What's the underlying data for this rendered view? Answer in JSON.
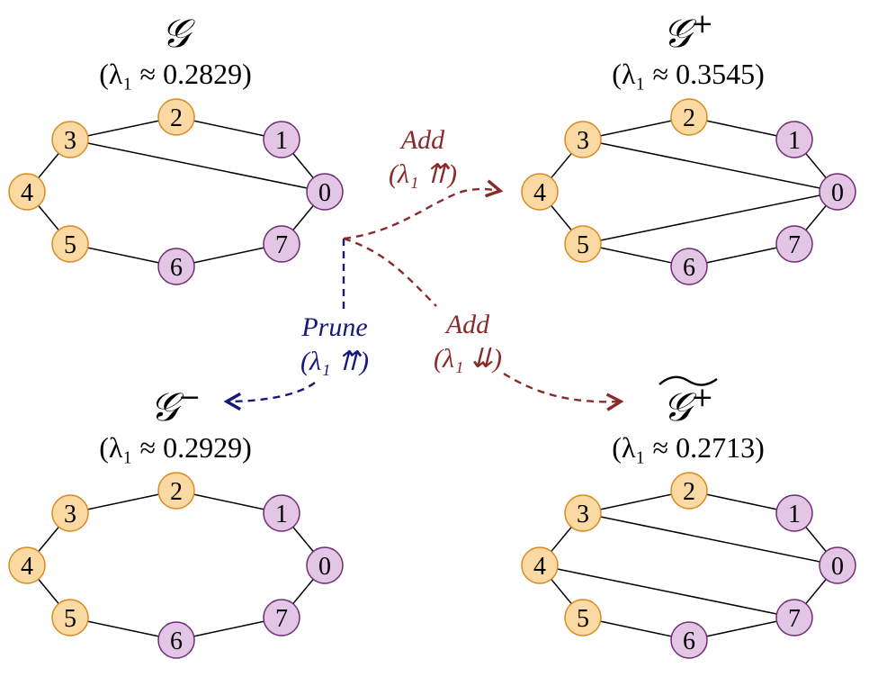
{
  "graphs": [
    {
      "id": "g",
      "title": "𝒢",
      "title_sup": "",
      "title_tilde": false,
      "subtitle": "(λ₁ ≈ 0.2829)",
      "nodes": [
        {
          "label": "0",
          "group": "purple"
        },
        {
          "label": "1",
          "group": "purple"
        },
        {
          "label": "2",
          "group": "orange"
        },
        {
          "label": "3",
          "group": "orange"
        },
        {
          "label": "4",
          "group": "orange"
        },
        {
          "label": "5",
          "group": "orange"
        },
        {
          "label": "6",
          "group": "purple"
        },
        {
          "label": "7",
          "group": "purple"
        }
      ],
      "edges": [
        [
          3,
          2
        ],
        [
          2,
          1
        ],
        [
          1,
          0
        ],
        [
          0,
          7
        ],
        [
          7,
          6
        ],
        [
          6,
          5
        ],
        [
          5,
          4
        ],
        [
          4,
          3
        ],
        [
          3,
          0
        ]
      ]
    },
    {
      "id": "g-plus",
      "title": "𝒢",
      "title_sup": "+",
      "title_tilde": false,
      "subtitle": "(λ₁ ≈ 0.3545)",
      "nodes": [
        {
          "label": "0",
          "group": "purple"
        },
        {
          "label": "1",
          "group": "purple"
        },
        {
          "label": "2",
          "group": "orange"
        },
        {
          "label": "3",
          "group": "orange"
        },
        {
          "label": "4",
          "group": "orange"
        },
        {
          "label": "5",
          "group": "orange"
        },
        {
          "label": "6",
          "group": "purple"
        },
        {
          "label": "7",
          "group": "purple"
        }
      ],
      "edges": [
        [
          3,
          2
        ],
        [
          2,
          1
        ],
        [
          1,
          0
        ],
        [
          0,
          7
        ],
        [
          7,
          6
        ],
        [
          6,
          5
        ],
        [
          5,
          4
        ],
        [
          4,
          3
        ],
        [
          3,
          0
        ],
        [
          5,
          0
        ]
      ]
    },
    {
      "id": "g-minus",
      "title": "𝒢",
      "title_sup": "−",
      "title_tilde": false,
      "subtitle": "(λ₁ ≈ 0.2929)",
      "nodes": [
        {
          "label": "0",
          "group": "purple"
        },
        {
          "label": "1",
          "group": "purple"
        },
        {
          "label": "2",
          "group": "orange"
        },
        {
          "label": "3",
          "group": "orange"
        },
        {
          "label": "4",
          "group": "orange"
        },
        {
          "label": "5",
          "group": "orange"
        },
        {
          "label": "6",
          "group": "purple"
        },
        {
          "label": "7",
          "group": "purple"
        }
      ],
      "edges": [
        [
          3,
          2
        ],
        [
          2,
          1
        ],
        [
          1,
          0
        ],
        [
          0,
          7
        ],
        [
          7,
          6
        ],
        [
          6,
          5
        ],
        [
          5,
          4
        ],
        [
          4,
          3
        ]
      ]
    },
    {
      "id": "g-plus-tilde",
      "title": "𝒢",
      "title_sup": "+",
      "title_tilde": true,
      "subtitle": "(λ₁ ≈ 0.2713)",
      "nodes": [
        {
          "label": "0",
          "group": "purple"
        },
        {
          "label": "1",
          "group": "purple"
        },
        {
          "label": "2",
          "group": "orange"
        },
        {
          "label": "3",
          "group": "orange"
        },
        {
          "label": "4",
          "group": "orange"
        },
        {
          "label": "5",
          "group": "orange"
        },
        {
          "label": "6",
          "group": "purple"
        },
        {
          "label": "7",
          "group": "purple"
        }
      ],
      "edges": [
        [
          3,
          2
        ],
        [
          2,
          1
        ],
        [
          1,
          0
        ],
        [
          0,
          7
        ],
        [
          7,
          6
        ],
        [
          6,
          5
        ],
        [
          5,
          4
        ],
        [
          4,
          3
        ],
        [
          3,
          0
        ],
        [
          4,
          7
        ]
      ]
    }
  ],
  "arrows": [
    {
      "id": "add-up",
      "line1": "Add",
      "line2": "(λ₁ ⇈)",
      "color": "#8b2a2a"
    },
    {
      "id": "prune",
      "line1": "Prune",
      "line2": "(λ₁ ⇈)",
      "color": "#151a7a"
    },
    {
      "id": "add-down",
      "line1": "Add",
      "line2": "(λ₁ ⇊)",
      "color": "#8b2a2a"
    }
  ],
  "colors": {
    "orange_fill": "#fbd9a2",
    "orange_stroke": "#d98a22",
    "purple_fill": "#e3c6e6",
    "purple_stroke": "#6e2c72",
    "edge": "#000000"
  }
}
